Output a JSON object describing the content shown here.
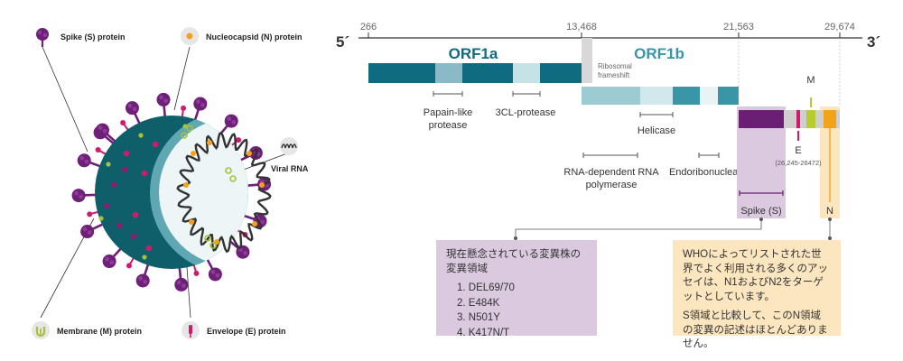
{
  "virus": {
    "labels": {
      "spike": "Spike (S) protein",
      "nucleocapsid": "Nucleocapsid (N) protein",
      "viral_rna": "Viral RNA",
      "membrane": "Membrane (M) protein",
      "envelope": "Envelope (E) protein"
    },
    "colors": {
      "shell": "#0f5f6b",
      "inner_ring": "#5fa8b3",
      "interior": "#eef5f6",
      "spike": "#6e1f78",
      "envelope": "#d11a6c",
      "membrane": "#a6c13a",
      "nucleocapsid": "#f5a21b",
      "rna": "#333333"
    }
  },
  "genome": {
    "end5": "5´",
    "end3": "3´",
    "ruler": {
      "min": 0,
      "max": 30000
    },
    "ticks": [
      {
        "value": 266,
        "label": "266"
      },
      {
        "value": 13468,
        "label": "13,468"
      },
      {
        "value": 21563,
        "label": "21,563"
      },
      {
        "value": 29674,
        "label": "29,674"
      }
    ],
    "orf1a": {
      "label": "ORF1a",
      "color": "#0f6b80",
      "highlight": "#8bbac6",
      "highlight2": "#c7e2e7"
    },
    "orf1b": {
      "label": "ORF1b",
      "color": "#9dcbd2",
      "dark": "#3a95a6",
      "light": "#d2e8ec"
    },
    "frameshift": "Ribosomal frameshift",
    "domains": {
      "papain_like": "Papain-like protease",
      "cl3": "3CL-protease",
      "helicase": "Helicase",
      "rdrp": "RNA-dependent RNA polymerase",
      "endo": "Endoribonuclease"
    },
    "structural": {
      "spike": {
        "label": "Spike (S)",
        "color": "#6a1e74",
        "shade": "#dac9df"
      },
      "e": {
        "label": "E",
        "range": "(26,245-26472)",
        "color": "#d11a6c"
      },
      "m": {
        "label": "M",
        "color": "#b7cc2e"
      },
      "n": {
        "label": "N",
        "color": "#f5a21b",
        "shade": "#fce6bf"
      },
      "other_color": "#cfcfcf"
    }
  },
  "callouts": {
    "variants": {
      "heading": "現在懸念されている変異株の変異領域",
      "items": [
        "1. DEL69/70",
        "2. E484K",
        "3. N501Y",
        "4. K417N/T"
      ]
    },
    "who": {
      "p1": "WHOによってリストされた世界でよく利用される多くのアッセイは、N1およびN2をターゲットとしています。",
      "p2": "S領域と比較して、このN領域の変異の記述はほとんどありません。"
    }
  }
}
